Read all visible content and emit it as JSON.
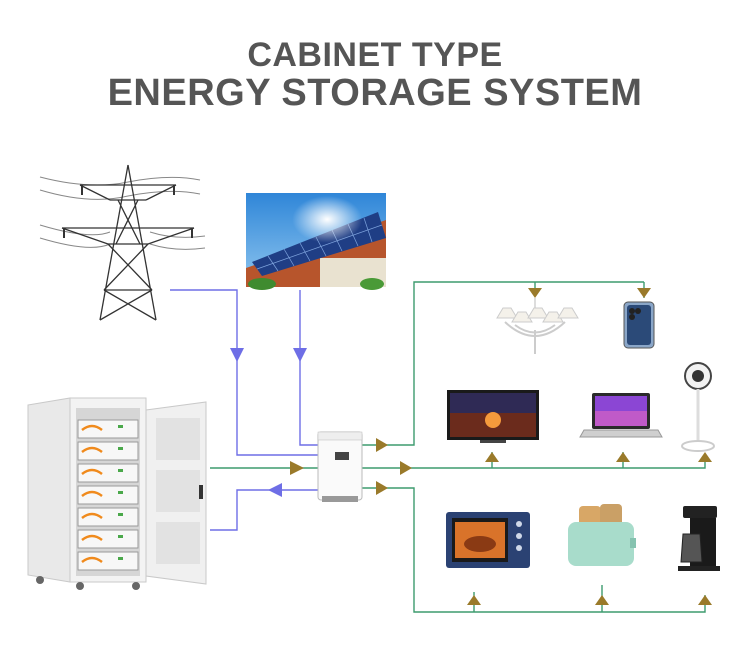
{
  "title": {
    "line1": "CABINET TYPE",
    "line2": "ENERGY STORAGE SYSTEM"
  },
  "colors": {
    "grid_line": "#6e6ee6",
    "load_line": "#3d9b6e",
    "arrow": "#9a7a2a",
    "title": "#555555"
  },
  "icons": {
    "grid": "power-tower-icon",
    "solar": "solar-panel-photo",
    "battery": "battery-cabinet",
    "inverter": "hybrid-inverter",
    "loads_top": [
      "chandelier-icon",
      "smartphone-icon"
    ],
    "loads_mid": [
      "television-icon",
      "laptop-icon",
      "desk-fan-icon"
    ],
    "loads_bottom": [
      "oven-icon",
      "toaster-icon",
      "coffee-maker-icon"
    ]
  }
}
